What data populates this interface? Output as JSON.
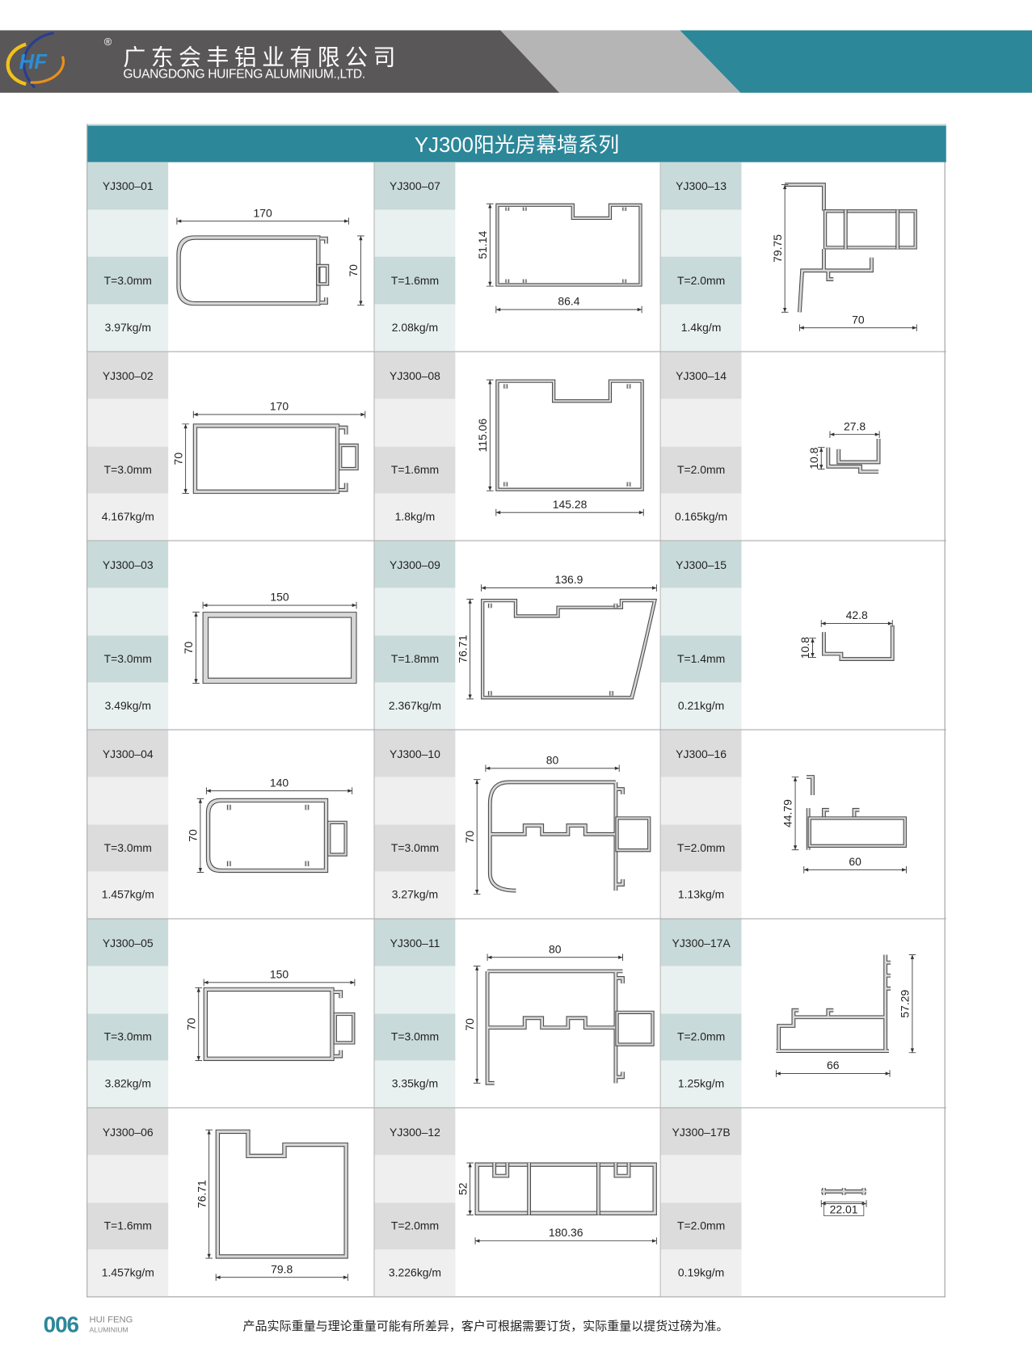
{
  "header": {
    "logo_text": "HF",
    "registered": "®",
    "company_cn": "广东会丰铝业有限公司",
    "company_en": "GUANGDONG HUIFENG ALUMINIUM.,LTD."
  },
  "title": "YJ300阳光房幕墙系列",
  "colors": {
    "teal": "#2c8799",
    "dark": "#5a5758",
    "light_gray": "#b5b5b5"
  },
  "rows": [
    [
      {
        "name": "YJ300–01",
        "thickness": "T=3.0mm",
        "weight": "3.97kg/m",
        "dims": [
          "170",
          "70"
        ]
      },
      {
        "name": "YJ300–07",
        "thickness": "T=1.6mm",
        "weight": "2.08kg/m",
        "dims": [
          "51.14",
          "86.4"
        ]
      },
      {
        "name": "YJ300–13",
        "thickness": "T=2.0mm",
        "weight": "1.4kg/m",
        "dims": [
          "79.75",
          "70"
        ]
      }
    ],
    [
      {
        "name": "YJ300–02",
        "thickness": "T=3.0mm",
        "weight": "4.167kg/m",
        "dims": [
          "170",
          "70"
        ]
      },
      {
        "name": "YJ300–08",
        "thickness": "T=1.6mm",
        "weight": "1.8kg/m",
        "dims": [
          "115.06",
          "145.28"
        ]
      },
      {
        "name": "YJ300–14",
        "thickness": "T=2.0mm",
        "weight": "0.165kg/m",
        "dims": [
          "27.8",
          "10.8"
        ]
      }
    ],
    [
      {
        "name": "YJ300–03",
        "thickness": "T=3.0mm",
        "weight": "3.49kg/m",
        "dims": [
          "150",
          "70"
        ]
      },
      {
        "name": "YJ300–09",
        "thickness": "T=1.8mm",
        "weight": "2.367kg/m",
        "dims": [
          "136.9",
          "76.71"
        ]
      },
      {
        "name": "YJ300–15",
        "thickness": "T=1.4mm",
        "weight": "0.21kg/m",
        "dims": [
          "42.8",
          "10.8"
        ]
      }
    ],
    [
      {
        "name": "YJ300–04",
        "thickness": "T=3.0mm",
        "weight": "1.457kg/m",
        "dims": [
          "140",
          "70"
        ]
      },
      {
        "name": "YJ300–10",
        "thickness": "T=3.0mm",
        "weight": "3.27kg/m",
        "dims": [
          "80",
          "70"
        ]
      },
      {
        "name": "YJ300–16",
        "thickness": "T=2.0mm",
        "weight": "1.13kg/m",
        "dims": [
          "44.79",
          "60"
        ]
      }
    ],
    [
      {
        "name": "YJ300–05",
        "thickness": "T=3.0mm",
        "weight": "3.82kg/m",
        "dims": [
          "150",
          "70"
        ]
      },
      {
        "name": "YJ300–11",
        "thickness": "T=3.0mm",
        "weight": "3.35kg/m",
        "dims": [
          "80",
          "70"
        ]
      },
      {
        "name": "YJ300–17A",
        "thickness": "T=2.0mm",
        "weight": "1.25kg/m",
        "dims": [
          "66",
          "57.29"
        ]
      }
    ],
    [
      {
        "name": "YJ300–06",
        "thickness": "T=1.6mm",
        "weight": "1.457kg/m",
        "dims": [
          "76.71",
          "79.8"
        ]
      },
      {
        "name": "YJ300–12",
        "thickness": "T=2.0mm",
        "weight": "3.226kg/m",
        "dims": [
          "52",
          "180.36"
        ]
      },
      {
        "name": "YJ300–17B",
        "thickness": "T=2.0mm",
        "weight": "0.19kg/m",
        "dims": [
          "22.01"
        ]
      }
    ]
  ],
  "footer": {
    "page_number": "006",
    "brand_line1": "HUI FENG",
    "brand_line2": "ALUMINIUM",
    "note": "产品实际重量与理论重量可能有所差异，客户可根据需要订货，实际重量以提货过磅为准。"
  }
}
